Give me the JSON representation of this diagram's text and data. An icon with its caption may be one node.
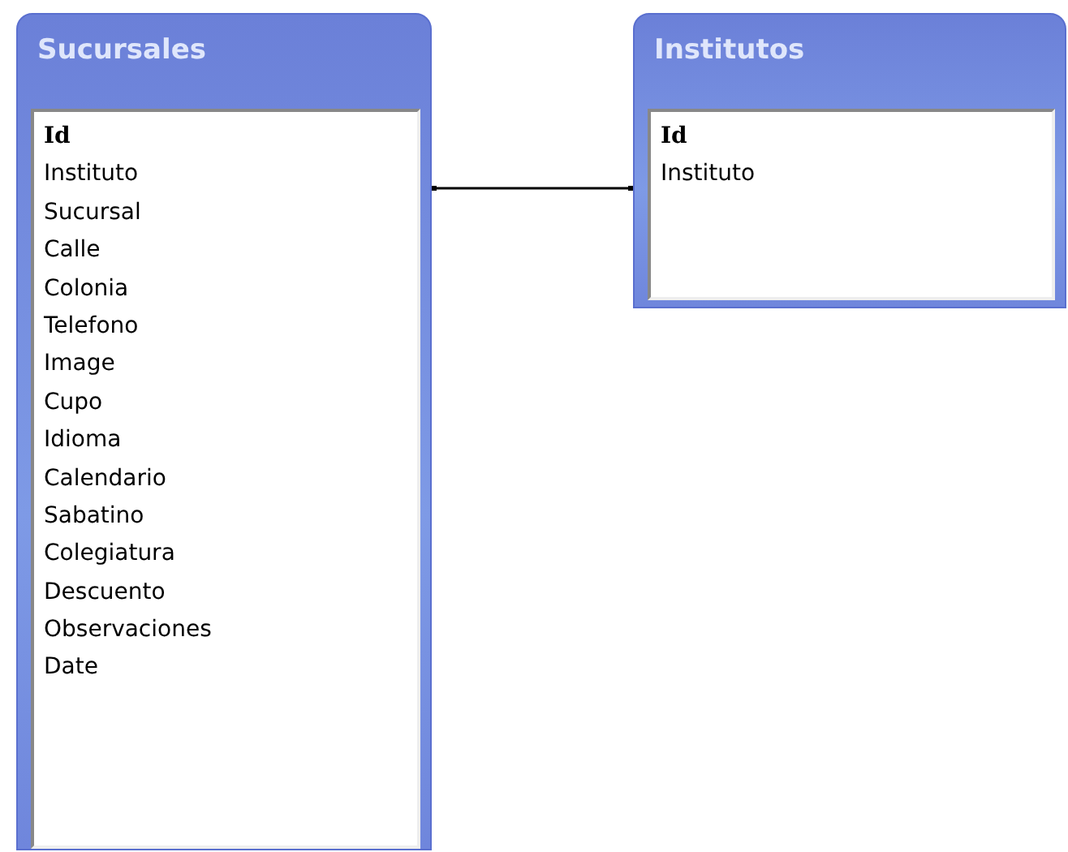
{
  "diagram": {
    "nodes": [
      {
        "text": [
          "Sucursales",
          "Id",
          "Instituto",
          "Sucursal",
          "Calle",
          "Colonia",
          "Telefono",
          "Image",
          "Cupo",
          "Idioma",
          "Calendario",
          "Sabatino",
          "Colegiatura",
          "Descuento",
          "Observaciones",
          "Date"
        ]
      },
      {
        "text": [
          "Institutos",
          "Id",
          "Instituto"
        ]
      }
    ],
    "edges": [
      {
        "from": 0,
        "to": 1,
        "arrow": "other"
      }
    ]
  }
}
